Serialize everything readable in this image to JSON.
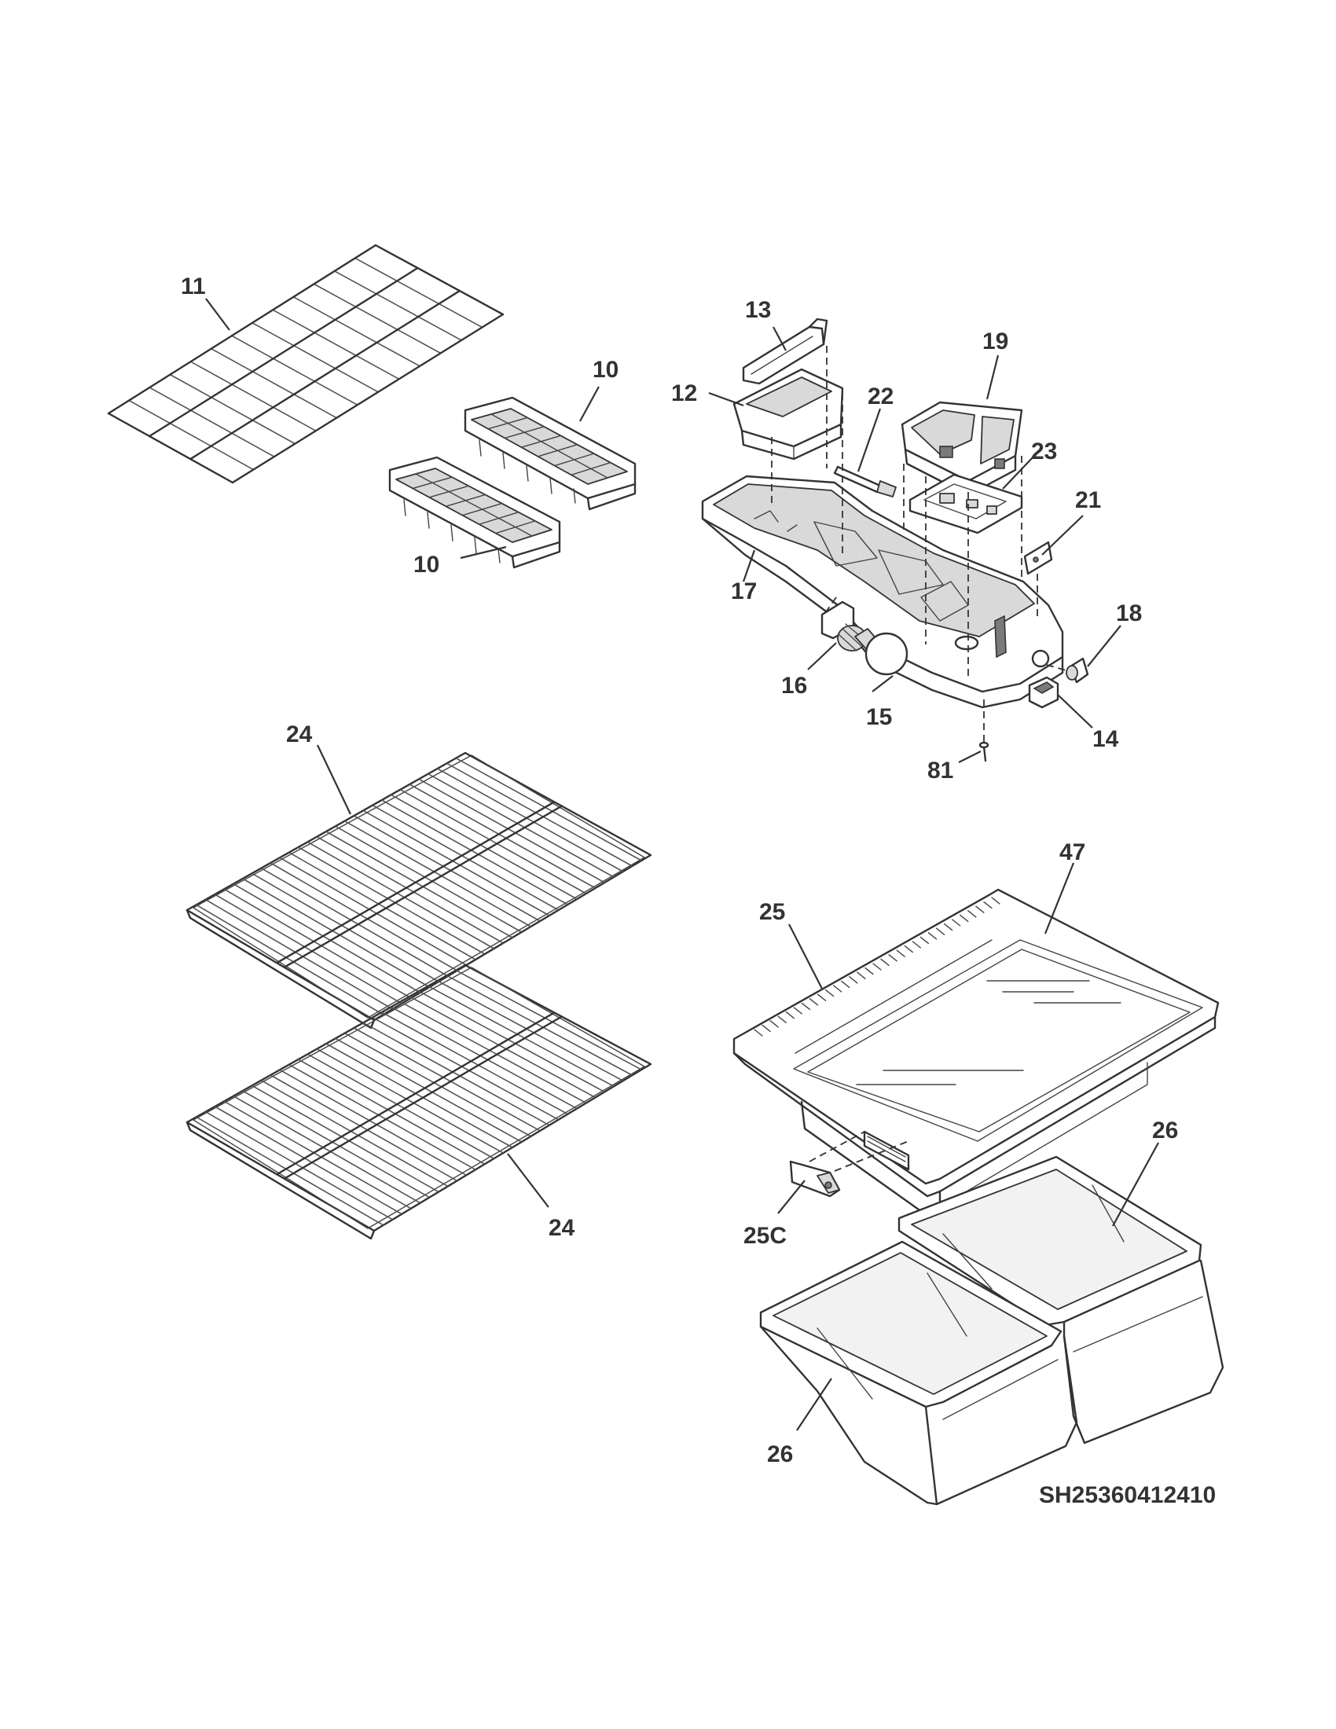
{
  "diagram_code": "SH25360412410",
  "callouts": {
    "c11": "11",
    "c13": "13",
    "c19": "19",
    "c10a": "10",
    "c12": "12",
    "c22": "22",
    "c23": "23",
    "c21": "21",
    "c10b": "10",
    "c17": "17",
    "c18": "18",
    "c16": "16",
    "c15": "15",
    "c14": "14",
    "c81": "81",
    "c24a": "24",
    "c47": "47",
    "c25": "25",
    "c26a": "26",
    "c24b": "24",
    "c25c": "25C",
    "c26b": "26"
  },
  "colors": {
    "ink": "#333333",
    "fill": "#ffffff",
    "shade": "#d9d9d9"
  }
}
